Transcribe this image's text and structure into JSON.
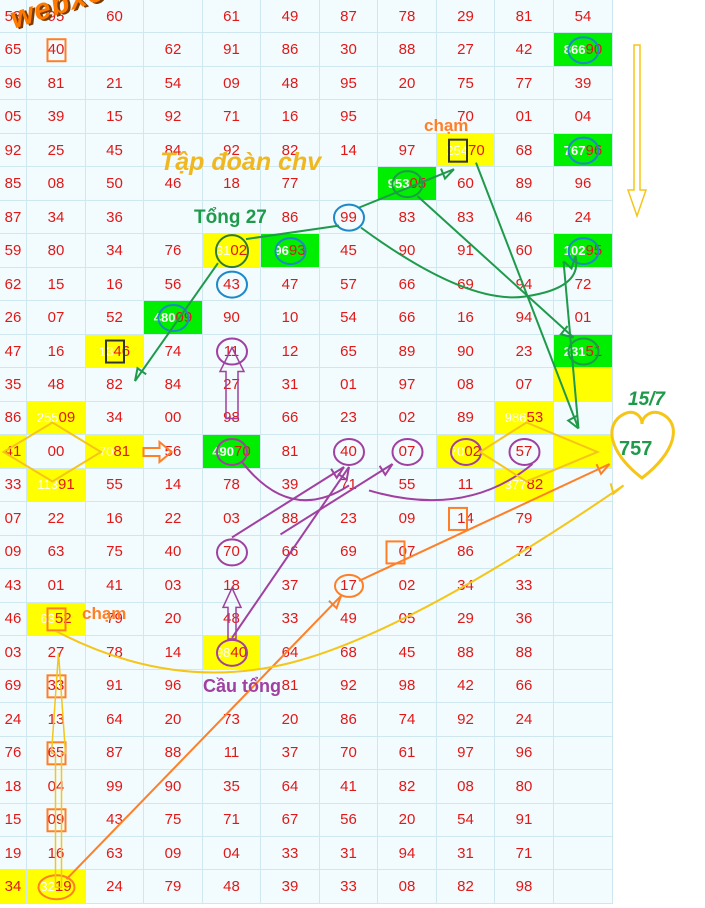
{
  "watermark": "webxoso.net",
  "annotations": {
    "group_name": "Tập đoàn chv",
    "sum_label": "Tổng 27",
    "touch_label_1": "chạm",
    "touch_label_2": "chạm",
    "sum_bridge_label": "Cầu tổng",
    "date": "15/7",
    "result": "757"
  },
  "colors": {
    "number": "#e01818",
    "yellow": "#ffff00",
    "green": "#00ee00",
    "grid_bg": "#f2fbfd",
    "orange": "#ff7f27",
    "purple": "#a040a0",
    "teal_green": "#1e9a4a",
    "blue": "#1e88c8",
    "gold": "#f0b81e"
  },
  "grid": {
    "rows": [
      [
        "53",
        "95",
        "60",
        "",
        "61",
        "49",
        "87",
        "78",
        "29",
        "81",
        "54"
      ],
      [
        "65",
        "40",
        "",
        "62",
        "91",
        "86",
        "30",
        "88",
        "27",
        "42",
        "90"
      ],
      [
        "96",
        "81",
        "21",
        "54",
        "09",
        "48",
        "95",
        "20",
        "75",
        "77",
        "39"
      ],
      [
        "05",
        "39",
        "15",
        "92",
        "71",
        "16",
        "95",
        "",
        "70",
        "01",
        "04"
      ],
      [
        "92",
        "25",
        "45",
        "84",
        "92",
        "82",
        "14",
        "97",
        "70",
        "68",
        "96"
      ],
      [
        "85",
        "08",
        "50",
        "46",
        "18",
        "77",
        "",
        "05",
        "60",
        "89",
        "96"
      ],
      [
        "87",
        "34",
        "36",
        "",
        "",
        "86",
        "99",
        "83",
        "83",
        "46",
        "24"
      ],
      [
        "59",
        "80",
        "34",
        "76",
        "02",
        "93",
        "45",
        "90",
        "91",
        "60",
        "95"
      ],
      [
        "62",
        "15",
        "16",
        "56",
        "43",
        "47",
        "57",
        "66",
        "69",
        "94",
        "72"
      ],
      [
        "26",
        "07",
        "52",
        "09",
        "90",
        "10",
        "54",
        "66",
        "16",
        "94",
        "01"
      ],
      [
        "47",
        "16",
        "46",
        "74",
        "11",
        "12",
        "65",
        "89",
        "90",
        "23",
        "51"
      ],
      [
        "35",
        "48",
        "82",
        "84",
        "27",
        "31",
        "01",
        "97",
        "08",
        "07",
        ""
      ],
      [
        "86",
        "09",
        "34",
        "00",
        "98",
        "66",
        "23",
        "02",
        "89",
        "53",
        ""
      ],
      [
        "41",
        "00",
        "81",
        "56",
        "70",
        "81",
        "40",
        "07",
        "02",
        "57",
        ""
      ],
      [
        "33",
        "91",
        "55",
        "14",
        "78",
        "39",
        "71",
        "55",
        "11",
        "82",
        ""
      ],
      [
        "07",
        "22",
        "16",
        "22",
        "03",
        "88",
        "23",
        "09",
        "14",
        "79",
        ""
      ],
      [
        "09",
        "63",
        "75",
        "40",
        "70",
        "66",
        "69",
        "07",
        "86",
        "72",
        ""
      ],
      [
        "43",
        "01",
        "41",
        "03",
        "18",
        "37",
        "17",
        "02",
        "34",
        "33",
        ""
      ],
      [
        "46",
        "52",
        "79",
        "20",
        "48",
        "33",
        "49",
        "05",
        "29",
        "36",
        ""
      ],
      [
        "03",
        "27",
        "78",
        "14",
        "40",
        "64",
        "68",
        "45",
        "88",
        "88",
        ""
      ],
      [
        "69",
        "33",
        "91",
        "96",
        "",
        "81",
        "92",
        "98",
        "42",
        "66",
        ""
      ],
      [
        "24",
        "13",
        "64",
        "20",
        "73",
        "20",
        "86",
        "74",
        "92",
        "24",
        ""
      ],
      [
        "76",
        "65",
        "87",
        "88",
        "11",
        "37",
        "70",
        "61",
        "97",
        "96",
        ""
      ],
      [
        "18",
        "04",
        "99",
        "90",
        "35",
        "64",
        "41",
        "82",
        "08",
        "80",
        ""
      ],
      [
        "15",
        "09",
        "43",
        "75",
        "71",
        "67",
        "56",
        "20",
        "54",
        "91",
        ""
      ],
      [
        "19",
        "16",
        "63",
        "09",
        "04",
        "33",
        "31",
        "94",
        "31",
        "71",
        ""
      ],
      [
        "34",
        "19",
        "24",
        "79",
        "48",
        "39",
        "33",
        "08",
        "82",
        "98",
        ""
      ]
    ],
    "highlights": [
      {
        "r": 1,
        "c": 10,
        "color": "green",
        "prefix": "866"
      },
      {
        "r": 4,
        "c": 8,
        "color": "yellow",
        "prefix": "254"
      },
      {
        "r": 4,
        "c": 10,
        "color": "green",
        "prefix": "767"
      },
      {
        "r": 5,
        "c": 7,
        "color": "green",
        "prefix": "953"
      },
      {
        "r": 7,
        "c": 4,
        "color": "yellow",
        "prefix": "31"
      },
      {
        "r": 7,
        "c": 5,
        "color": "green",
        "prefix": "96"
      },
      {
        "r": 7,
        "c": 10,
        "color": "green",
        "prefix": "102"
      },
      {
        "r": 9,
        "c": 3,
        "color": "green",
        "prefix": "480"
      },
      {
        "r": 10,
        "c": 2,
        "color": "yellow",
        "prefix": "13"
      },
      {
        "r": 10,
        "c": 10,
        "color": "green",
        "prefix": "231"
      },
      {
        "r": 11,
        "c": 10,
        "color": "yellow",
        "prefix": ""
      },
      {
        "r": 12,
        "c": 1,
        "color": "yellow",
        "prefix": "255"
      },
      {
        "r": 12,
        "c": 9,
        "color": "yellow",
        "prefix": "986"
      },
      {
        "r": 13,
        "c": 0,
        "color": "yellow",
        "prefix": ""
      },
      {
        "r": 13,
        "c": 2,
        "color": "yellow",
        "prefix": "70"
      },
      {
        "r": 13,
        "c": 4,
        "color": "green",
        "prefix": "490"
      },
      {
        "r": 13,
        "c": 8,
        "color": "yellow",
        "prefix": "70"
      },
      {
        "r": 13,
        "c": 10,
        "color": "yellow",
        "prefix": ""
      },
      {
        "r": 14,
        "c": 1,
        "color": "yellow",
        "prefix": "113"
      },
      {
        "r": 14,
        "c": 9,
        "color": "yellow",
        "prefix": "377"
      },
      {
        "r": 18,
        "c": 1,
        "color": "yellow",
        "prefix": "63"
      },
      {
        "r": 19,
        "c": 4,
        "color": "yellow",
        "prefix": "98"
      },
      {
        "r": 26,
        "c": 0,
        "color": "yellow",
        "prefix": ""
      },
      {
        "r": 26,
        "c": 1,
        "color": "yellow",
        "prefix": "32"
      }
    ]
  }
}
